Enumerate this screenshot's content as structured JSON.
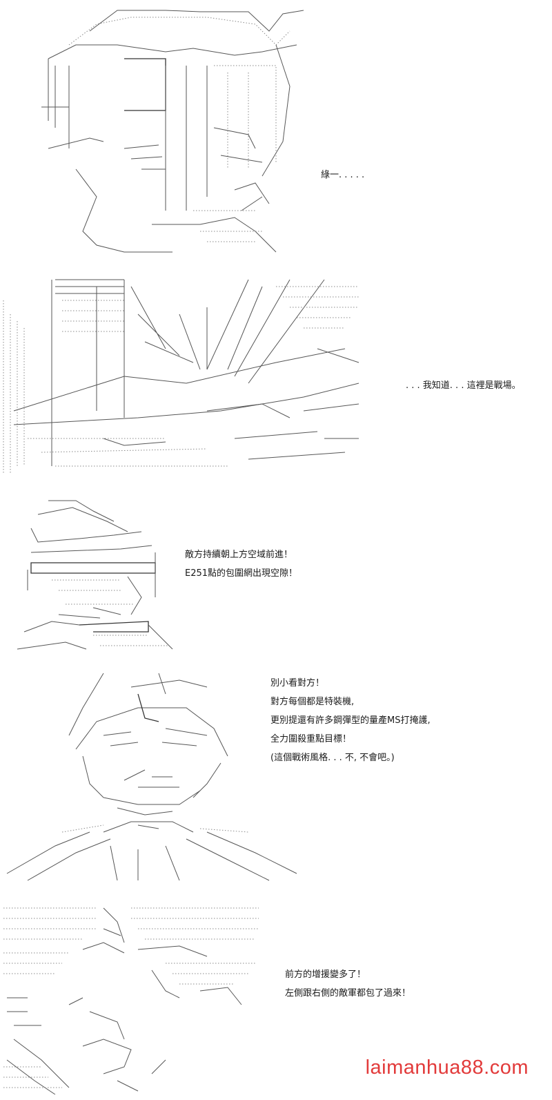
{
  "panels": [
    {
      "id": "panel-1",
      "lines": [
        "綠一. . . . ."
      ]
    },
    {
      "id": "panel-2",
      "lines": [
        ". . . 我知道. . . 這裡是戰場。"
      ]
    },
    {
      "id": "panel-3",
      "lines": [
        "敵方持續朝上方空域前進！",
        "E251點的包圍網出現空隙！"
      ]
    },
    {
      "id": "panel-4",
      "lines": [
        "別小看對方！",
        "對方每個都是特裝機,",
        "更別提還有許多鋼彈型的量產MS打掩護,",
        "全力圍殺重點目標！",
        "(這個戰術風格. . . 不, 不會吧。)"
      ]
    },
    {
      "id": "panel-5",
      "lines": [
        "前方的增援變多了！",
        "左側跟右側的敵軍都包了過來！"
      ]
    }
  ],
  "watermark": "laimanhua88.com"
}
